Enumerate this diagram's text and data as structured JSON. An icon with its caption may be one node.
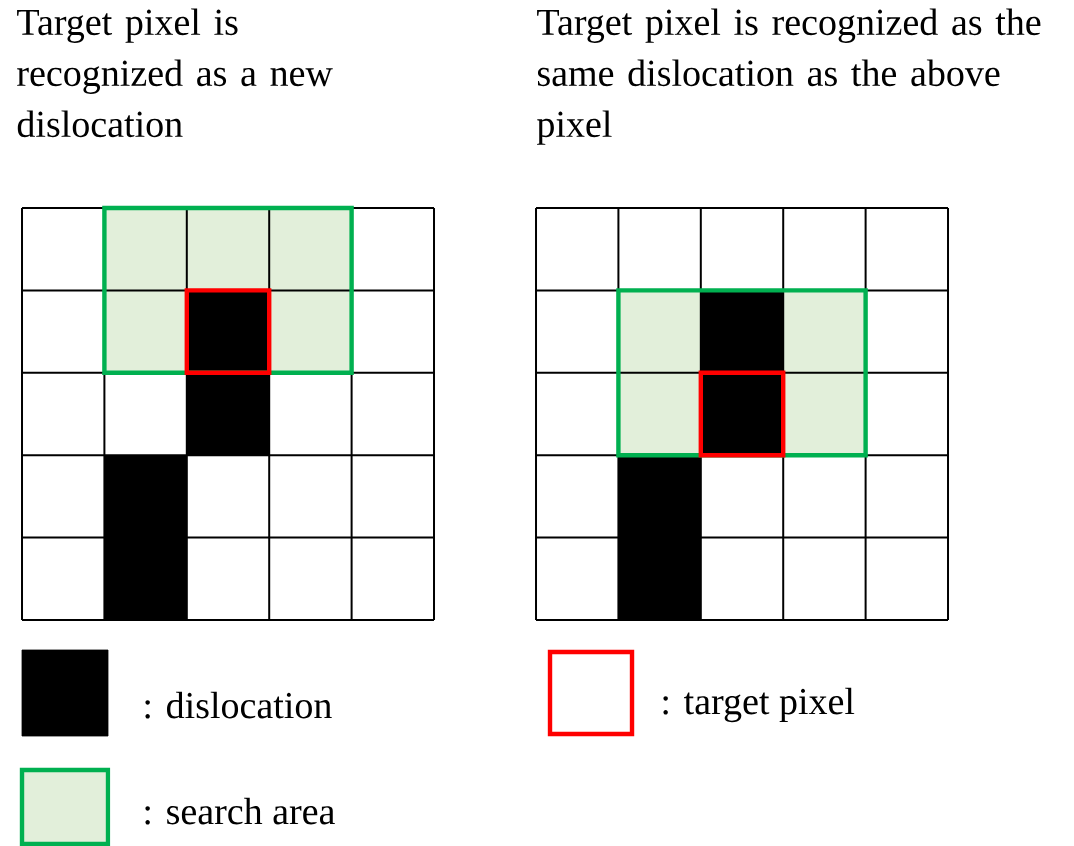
{
  "diagram": {
    "labels": [
      "Target pixel is recognized as a new dislocation",
      "Target pixel is recognized as the same dislocation as the above pixel"
    ],
    "legend": [
      {
        "text": ": dislocation",
        "color": "#000000"
      },
      {
        "text": ": target pixel"
      },
      {
        "text": ": search area",
        "color": "#e2efda"
      }
    ]
  }
}
